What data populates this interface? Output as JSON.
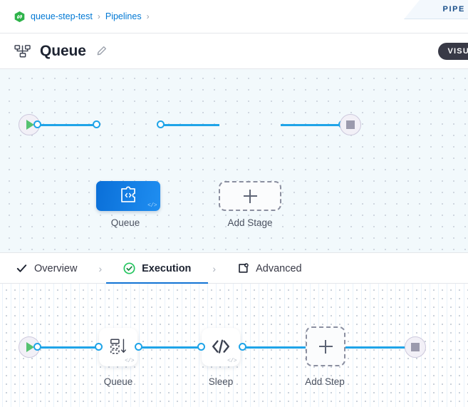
{
  "ribbon": {
    "text": "PIPE"
  },
  "breadcrumb": {
    "icon": "project-hexagon-icon",
    "items": [
      {
        "label": "queue-step-test"
      },
      {
        "label": "Pipelines"
      }
    ],
    "separator": "›"
  },
  "header": {
    "icon": "pipeline-hierarchy-icon",
    "title": "Queue",
    "edit_icon": "pencil-icon",
    "visual_badge": "VISU"
  },
  "pipeline_canvas": {
    "start_node": {
      "name": "start-node",
      "icon": "play-icon"
    },
    "end_node": {
      "name": "end-node",
      "icon": "stop-icon"
    },
    "stage": {
      "label": "Queue",
      "badge": "</>",
      "icon": "stage-code-icon"
    },
    "add_stage": {
      "label": "Add Stage",
      "icon": "plus-icon"
    }
  },
  "tabs": [
    {
      "label": "Overview",
      "icon": "check-icon",
      "active": false
    },
    {
      "label": "Execution",
      "icon": "check-circle-green-icon",
      "active": true
    },
    {
      "label": "Advanced",
      "icon": "advanced-gear-icon",
      "active": false
    }
  ],
  "tab_separator": "›",
  "execution_canvas": {
    "start_node": {
      "name": "start-node",
      "icon": "play-icon"
    },
    "end_node": {
      "name": "end-node",
      "icon": "stop-icon"
    },
    "steps": [
      {
        "label": "Queue",
        "badge": "</>",
        "icon": "queue-stack-icon"
      },
      {
        "label": "Sleep",
        "badge": "</>",
        "icon": "code-brackets-icon"
      }
    ],
    "add_step": {
      "label": "Add Step",
      "icon": "plus-icon"
    }
  },
  "colors": {
    "accent_blue": "#1173d4",
    "edge_blue": "#1fa4e8",
    "stage_blue": "#0a6fd8",
    "green": "#56c271",
    "link_blue": "#0078d4",
    "dark_badge": "#383946"
  }
}
